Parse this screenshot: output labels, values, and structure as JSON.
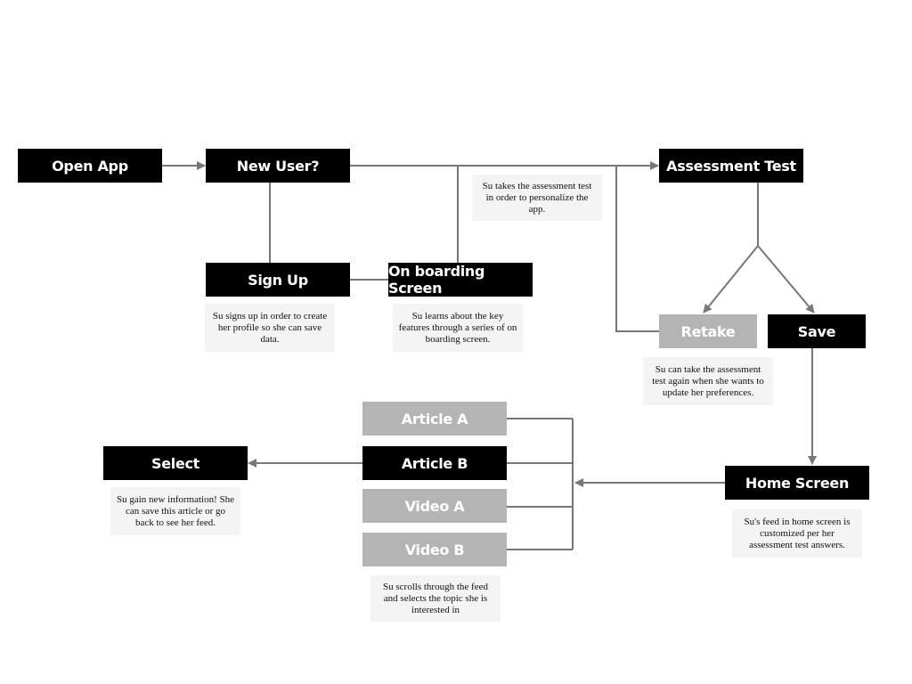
{
  "colors": {
    "dark_node": "#000000",
    "grey_node": "#b4b4b4",
    "connector": "#777777",
    "note_bg": "#f4f4f4"
  },
  "nodes": {
    "open_app": "Open App",
    "new_user": "New User?",
    "sign_up": "Sign Up",
    "onboarding": "On boarding Screen",
    "assessment": "Assessment Test",
    "retake": "Retake",
    "save": "Save",
    "home": "Home Screen",
    "article_a": "Article A",
    "article_b": "Article B",
    "video_a": "Video A",
    "video_b": "Video B",
    "select": "Select"
  },
  "notes": {
    "assessment": "Su takes the assessment test in order to personalize the app.",
    "sign_up": "Su signs up in order to create her profile so she can save data.",
    "onboarding": "Su learns about the key features through a series of on boarding screen.",
    "retake": "Su can take the assessment test again when she wants to update her preferences.",
    "select": "Su gain new information! She can save this article or go back to see her feed.",
    "home": "Su's feed in home screen is customized per her assessment test answers.",
    "feed": "Su scrolls through the feed and selects the topic she is interested in"
  }
}
